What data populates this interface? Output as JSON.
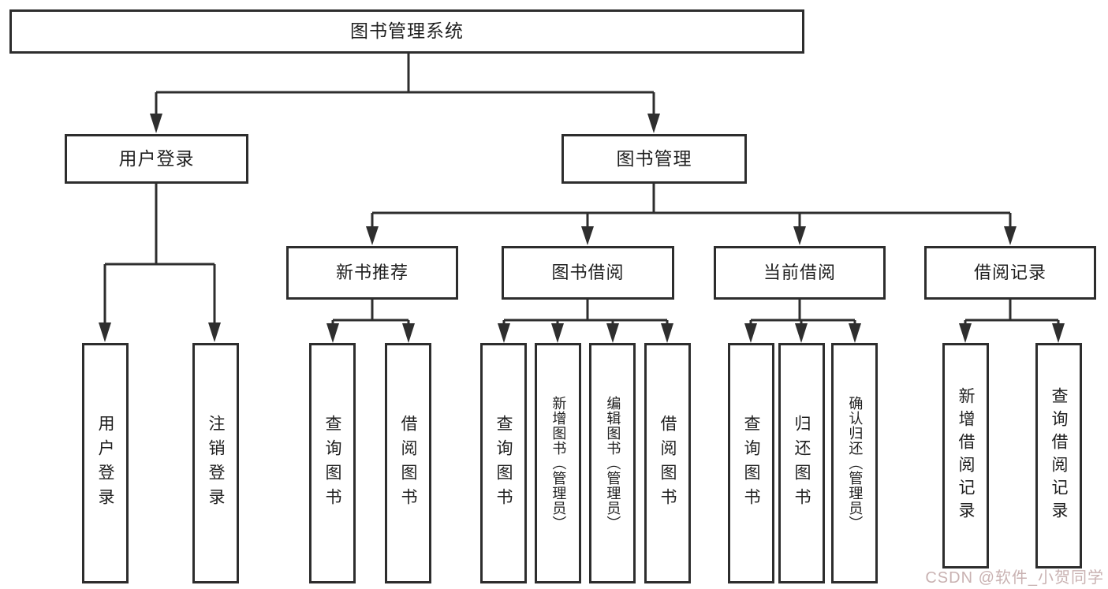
{
  "tree": {
    "label": "图书管理系统",
    "children": [
      {
        "label": "用户登录",
        "children": [
          {
            "label": "用户登录"
          },
          {
            "label": "注销登录"
          }
        ]
      },
      {
        "label": "图书管理",
        "children": [
          {
            "label": "新书推荐",
            "children": [
              {
                "label": "查询图书"
              },
              {
                "label": "借阅图书"
              }
            ]
          },
          {
            "label": "图书借阅",
            "children": [
              {
                "label": "查询图书"
              },
              {
                "label": "新增图书（管理员）"
              },
              {
                "label": "编辑图书（管理员）"
              },
              {
                "label": "借阅图书"
              }
            ]
          },
          {
            "label": "当前借阅",
            "children": [
              {
                "label": "查询图书"
              },
              {
                "label": "归还图书"
              },
              {
                "label": "确认归还（管理员）"
              }
            ]
          },
          {
            "label": "借阅记录",
            "children": [
              {
                "label": "新增借阅记录"
              },
              {
                "label": "查询借阅记录"
              }
            ]
          }
        ]
      }
    ]
  },
  "watermark": {
    "text": "CSDN @软件_小贺同学"
  },
  "colors": {
    "line": "#2e2e2e",
    "box_border": "#2d2d2d",
    "text": "#1f1f1f",
    "watermark": "#c9b2b2",
    "bg": "#ffffff"
  }
}
